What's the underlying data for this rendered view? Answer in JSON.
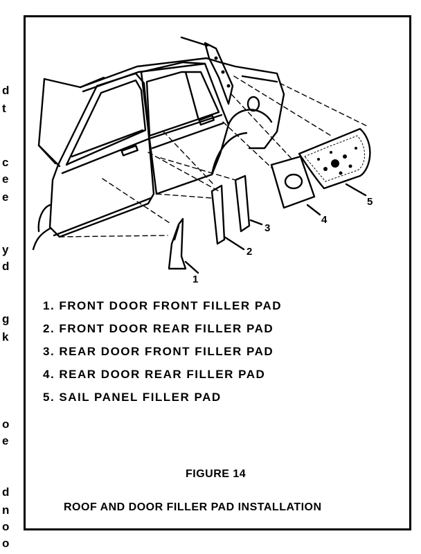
{
  "margin_fragments": [
    "d",
    "t",
    "c",
    "e",
    "e",
    "y",
    "d",
    "g",
    "k",
    "o",
    "e",
    "d",
    "n",
    "o",
    "o"
  ],
  "diagram": {
    "callouts": [
      "1",
      "2",
      "3",
      "4",
      "5"
    ]
  },
  "legend": {
    "items": [
      "1. FRONT DOOR FRONT FILLER PAD",
      "2. FRONT DOOR REAR FILLER PAD",
      "3. REAR DOOR FRONT FILLER PAD",
      "4. REAR DOOR REAR FILLER PAD",
      "5. SAIL PANEL FILLER PAD"
    ]
  },
  "figure": {
    "title": "FIGURE 14",
    "caption": "ROOF AND DOOR FILLER PAD INSTALLATION"
  }
}
